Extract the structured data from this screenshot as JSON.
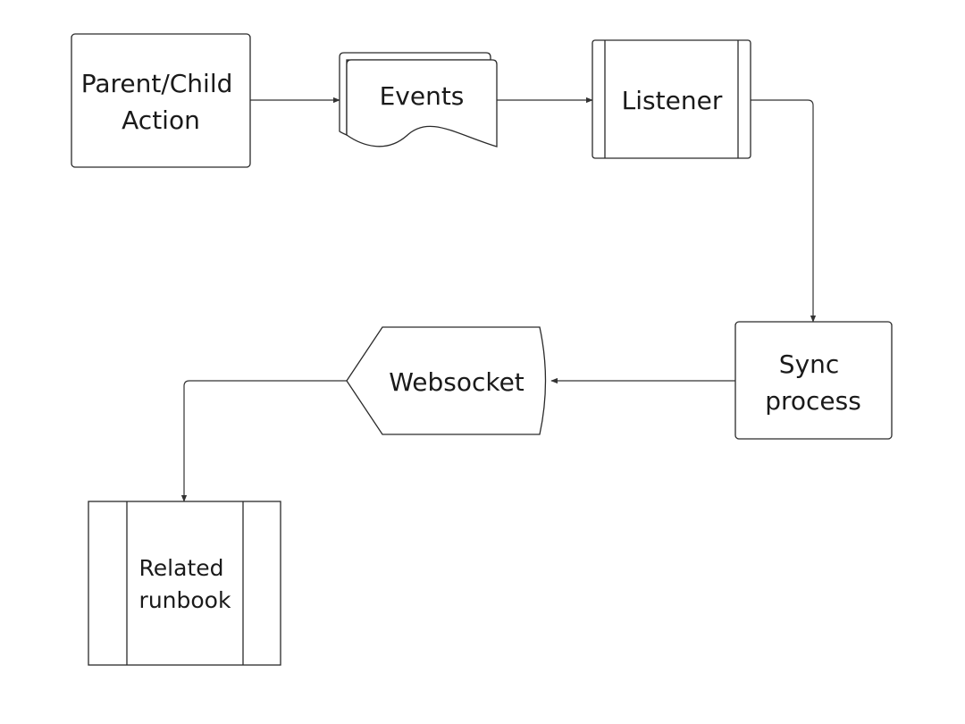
{
  "diagram": {
    "nodes": {
      "parent_child_action": {
        "shape": "rounded-rectangle",
        "lines": [
          "Parent/Child",
          "Action"
        ]
      },
      "events": {
        "shape": "multi-document",
        "lines": [
          "Events"
        ]
      },
      "listener": {
        "shape": "predefined-process",
        "lines": [
          "Listener"
        ]
      },
      "sync_process": {
        "shape": "rounded-rectangle",
        "lines": [
          "Sync",
          "process"
        ]
      },
      "websocket": {
        "shape": "display",
        "lines": [
          "Websocket"
        ]
      },
      "related_runbook": {
        "shape": "predefined-process",
        "lines": [
          "Related",
          "runbook"
        ]
      }
    },
    "edges": [
      {
        "from": "Parent/Child Action",
        "to": "Events"
      },
      {
        "from": "Events",
        "to": "Listener"
      },
      {
        "from": "Listener",
        "to": "Sync process"
      },
      {
        "from": "Sync process",
        "to": "Websocket"
      },
      {
        "from": "Websocket",
        "to": "Related runbook"
      }
    ],
    "colors": {
      "background": "#ffffff",
      "stroke": "#2a2a2a",
      "text": "#1a1a1a"
    }
  }
}
